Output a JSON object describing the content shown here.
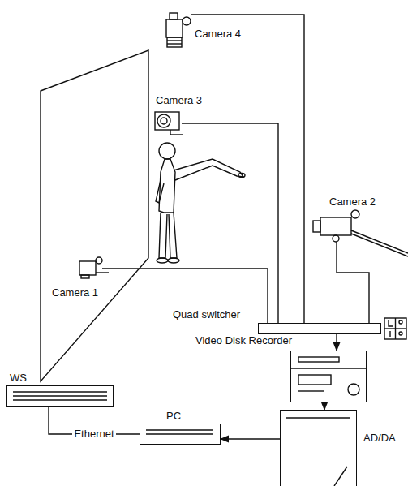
{
  "diagram": {
    "nodes": [
      {
        "text": [
          "Camera 4"
        ]
      },
      {
        "text": [
          "Camera 3"
        ]
      },
      {
        "text": [
          "Camera 2"
        ]
      },
      {
        "text": [
          "Camera 1"
        ]
      },
      {
        "text": [
          "Quad switcher"
        ]
      },
      {
        "text": [
          "Video Disk Recorder"
        ]
      },
      {
        "text": [
          "WS"
        ]
      },
      {
        "text": [
          "PC"
        ]
      },
      {
        "text": [
          "AD/DA"
        ]
      }
    ],
    "edges": [
      {
        "from": 0,
        "to": 4,
        "arrow": "none"
      },
      {
        "from": 1,
        "to": 4,
        "arrow": "none"
      },
      {
        "from": 2,
        "to": 4,
        "arrow": "none"
      },
      {
        "from": 3,
        "to": 4,
        "arrow": "none"
      },
      {
        "from": 4,
        "to": 5,
        "arrow": "to"
      },
      {
        "from": 5,
        "to": 8,
        "arrow": "to"
      },
      {
        "from": 8,
        "to": 7,
        "arrow": "to"
      },
      {
        "from": 7,
        "to": 6,
        "label": "Ethernet",
        "arrow": "none"
      }
    ]
  }
}
